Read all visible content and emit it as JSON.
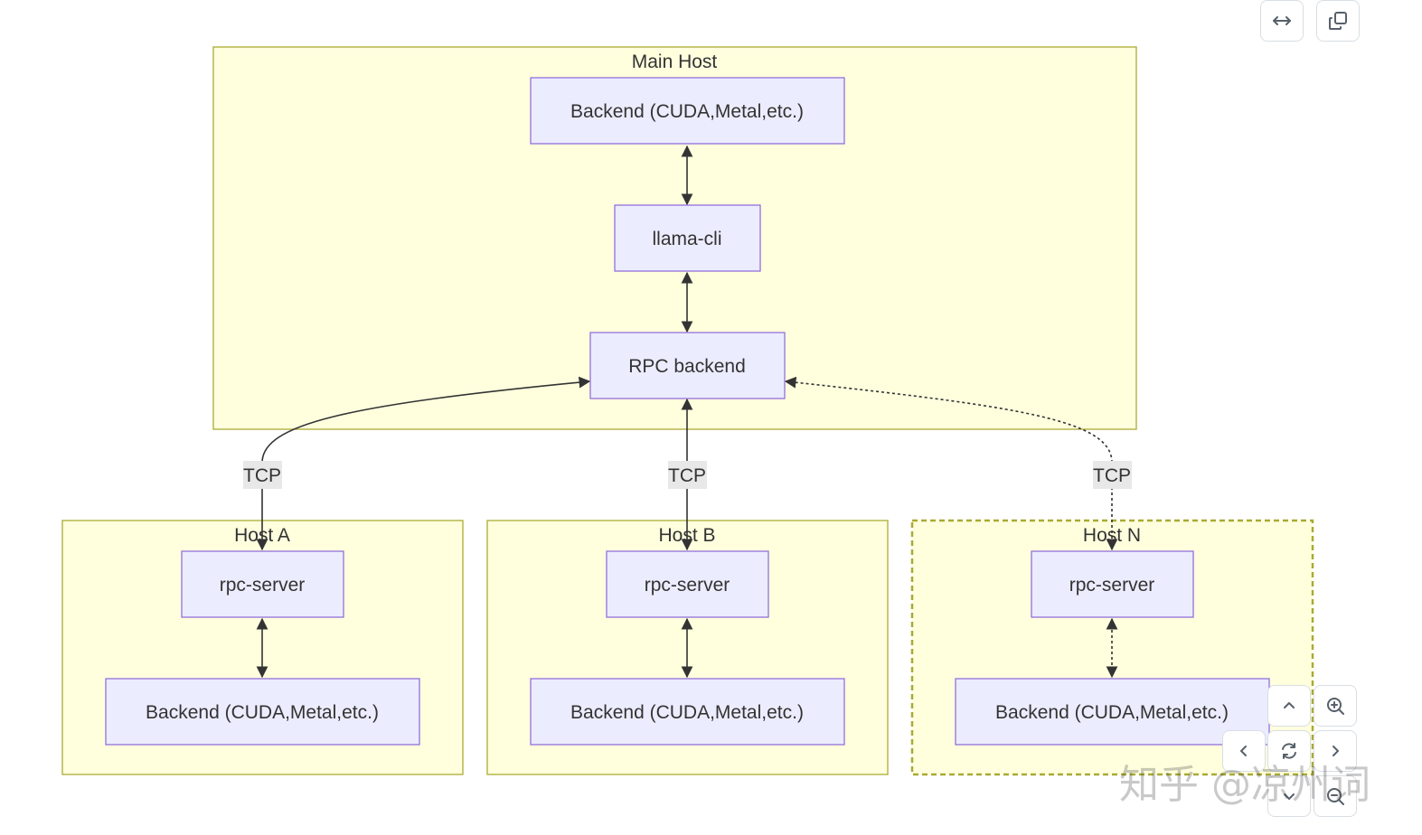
{
  "diagram": {
    "clusters": {
      "main": {
        "title": "Main Host"
      },
      "host_a": {
        "title": "Host A"
      },
      "host_b": {
        "title": "Host B"
      },
      "host_n": {
        "title": "Host N"
      }
    },
    "nodes": {
      "main_backend": "Backend (CUDA,Metal,etc.)",
      "llama_cli": "llama-cli",
      "rpc_backend": "RPC backend",
      "a_rpc_server": "rpc-server",
      "a_backend": "Backend (CUDA,Metal,etc.)",
      "b_rpc_server": "rpc-server",
      "b_backend": "Backend (CUDA,Metal,etc.)",
      "n_rpc_server": "rpc-server",
      "n_backend": "Backend (CUDA,Metal,etc.)"
    },
    "edge_labels": {
      "a": "TCP",
      "b": "TCP",
      "n": "TCP"
    }
  },
  "toolbar": {
    "pan_icon": "arrows-horizontal-icon",
    "copy_icon": "copy-icon"
  },
  "controls": {
    "zoom_in_icon": "zoom-in-icon",
    "zoom_out_icon": "zoom-out-icon",
    "up_icon": "chevron-up-icon",
    "down_icon": "chevron-down-icon",
    "left_icon": "chevron-left-icon",
    "right_icon": "chevron-right-icon",
    "reset_icon": "reset-icon"
  },
  "watermark": "知乎 @凉州词"
}
